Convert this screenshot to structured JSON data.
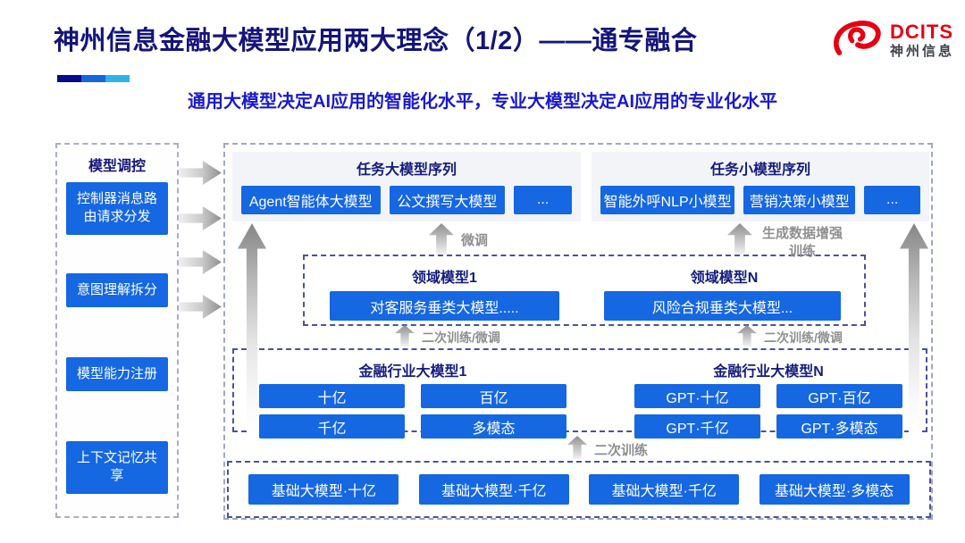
{
  "header": {
    "title": "神州信息金融大模型应用两大理念（1/2）——通专融合",
    "subtitle": "通用大模型决定AI应用的智能化水平，专业大模型决定AI应用的专业化水平",
    "logo_brand": "DCITS",
    "logo_brand_cn": "神州信息"
  },
  "colors": {
    "button_blue": "#1567E2",
    "title_navy": "#14157A",
    "subtitle_blue": "#1A1ACC",
    "logo_red": "#E60012",
    "label_gray": "#8F8F8F",
    "deco_bar": [
      "#0A0A8F",
      "#1566E0",
      "#2AB4E8"
    ]
  },
  "sidebar": {
    "title": "模型调控",
    "items": [
      "控制器消息路由请求分发",
      "意图理解拆分",
      "模型能力注册",
      "上下文记忆共享"
    ]
  },
  "diagram": {
    "task_large": {
      "title": "任务大模型序列",
      "items": [
        "Agent智能体大模型",
        "公文撰写大模型",
        "..."
      ]
    },
    "task_small": {
      "title": "任务小模型序列",
      "items": [
        "智能外呼NLP小模型",
        "营销决策小模型",
        "..."
      ]
    },
    "domain": {
      "groups": [
        {
          "title": "领域模型1",
          "item": "对客服务垂类大模型....."
        },
        {
          "title": "领域模型N",
          "item": "风险合规垂类大模型..."
        }
      ]
    },
    "industry": {
      "groups": [
        {
          "title": "金融行业大模型1",
          "items": [
            "十亿",
            "百亿",
            "千亿",
            "多模态"
          ]
        },
        {
          "title": "金融行业大模型N",
          "items": [
            "GPT·十亿",
            "GPT·百亿",
            "GPT·千亿",
            "GPT·多模态"
          ]
        }
      ]
    },
    "base": {
      "items": [
        "基础大模型·十亿",
        "基础大模型·千亿",
        "基础大模型·千亿",
        "基础大模型·多模态"
      ]
    },
    "flow_labels": {
      "fine_tune": "微调",
      "gen_data_train": "生成数据增强\n训练",
      "secondary_ft_left": "二次训练/微调",
      "secondary_ft_right": "二次训练/微调",
      "secondary_train": "二次训练"
    }
  }
}
